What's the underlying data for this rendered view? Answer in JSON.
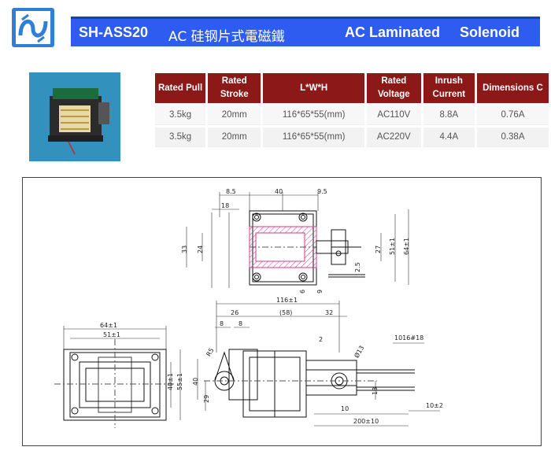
{
  "header": {
    "model": "SH-ASS20",
    "title_cn": "AC 硅钢片式電磁鐵",
    "title_en_1": "AC Laminated",
    "title_en_2": "Solenoid"
  },
  "colors": {
    "banner": "#2e5bf0",
    "table_header": "#8c1818",
    "photo_bg": "#2f8cb4"
  },
  "photo": {
    "icon": "solenoid-product-photo"
  },
  "spec_table": {
    "headers": [
      "Rated Pull",
      "Rated Stroke",
      "L*W*H",
      "Rated Voltage",
      "Inrush Current",
      "Dimensions C"
    ],
    "rows": [
      [
        "3.5kg",
        "20mm",
        "116*65*55(mm)",
        "AC110V",
        "8.8A",
        "0.76A"
      ],
      [
        "3.5kg",
        "20mm",
        "116*65*55(mm)",
        "AC220V",
        "4.4A",
        "0.38A"
      ]
    ]
  },
  "drawing": {
    "top_view": {
      "d1": "8.5",
      "d2": "40",
      "d3": "9.5",
      "d4": "18",
      "d5": "33",
      "d6": "24",
      "d7": "27",
      "d8": "51±1",
      "d9": "64±1",
      "d10": "2.5",
      "d11": "6",
      "d12": "9"
    },
    "end_view": {
      "w1": "64±1",
      "w2": "51±1",
      "h1": "40±1",
      "h2": "55±1"
    },
    "side_view": {
      "l1": "116±1",
      "l2": "26",
      "l3": "(58)",
      "l4": "32",
      "l5": "8",
      "l6": "8",
      "l7": "2",
      "l8": "R5",
      "l9": "40",
      "l10": "29",
      "l11": "Ø13",
      "l12": "13",
      "l13": "10",
      "l14": "200±10",
      "l15": "1016#18",
      "l16": "10±2"
    }
  }
}
